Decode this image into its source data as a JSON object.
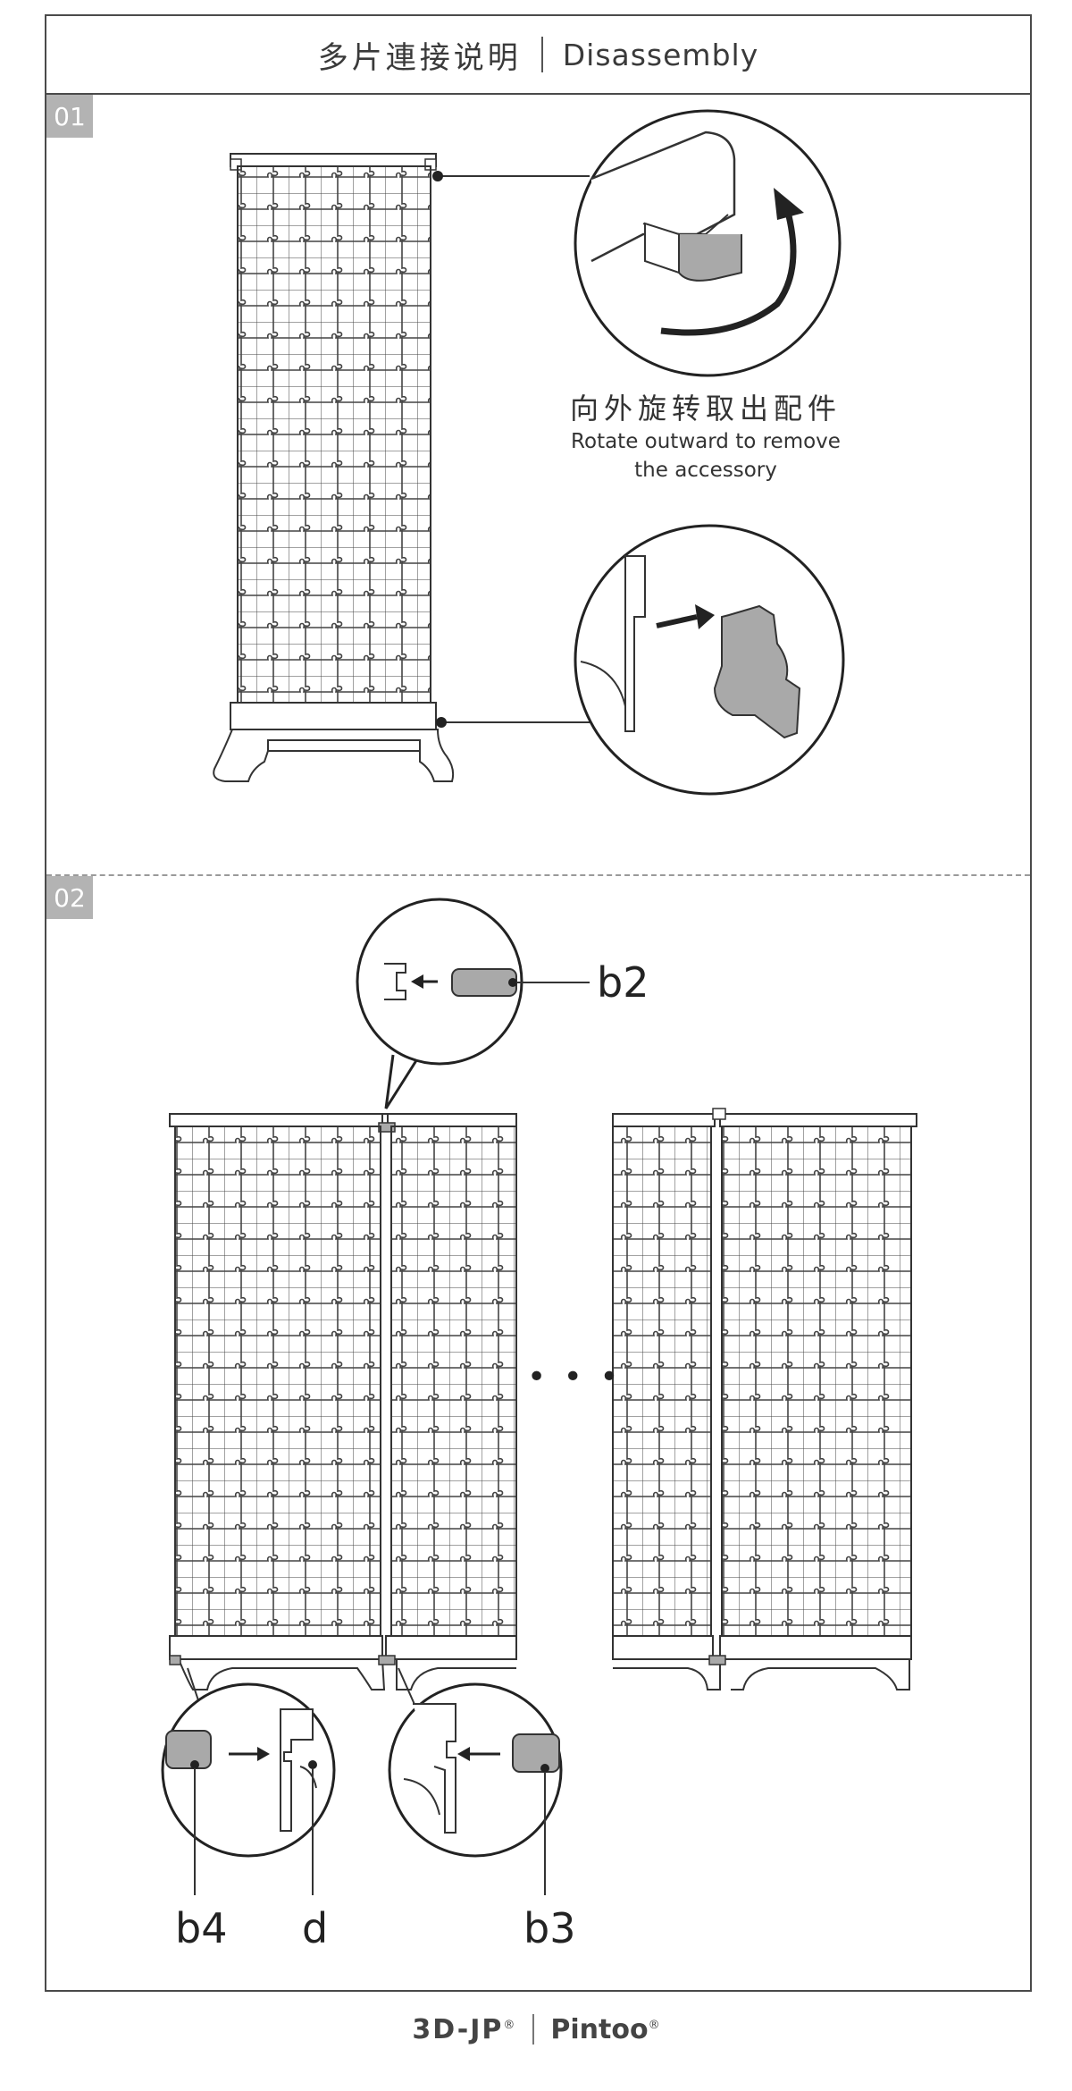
{
  "header": {
    "title_zh": "多片連接说明",
    "title_en": "Disassembly"
  },
  "steps": [
    {
      "number": "01"
    },
    {
      "number": "02"
    }
  ],
  "step1": {
    "caption_zh": "向外旋转取出配件",
    "caption_en_line1": "Rotate outward to remove",
    "caption_en_line2": "the accessory"
  },
  "step2": {
    "ellipsis": "• • •",
    "part_labels": {
      "b2": "b2",
      "b3": "b3",
      "b4": "b4",
      "d": "d"
    }
  },
  "footer": {
    "brand1": "3D-JP",
    "brand2": "Pintoo",
    "reg": "®"
  },
  "colors": {
    "frame": "#4a4a4a",
    "badge": "#b3b3b3",
    "part_gray": "#a9a9a9",
    "line": "#333333"
  }
}
